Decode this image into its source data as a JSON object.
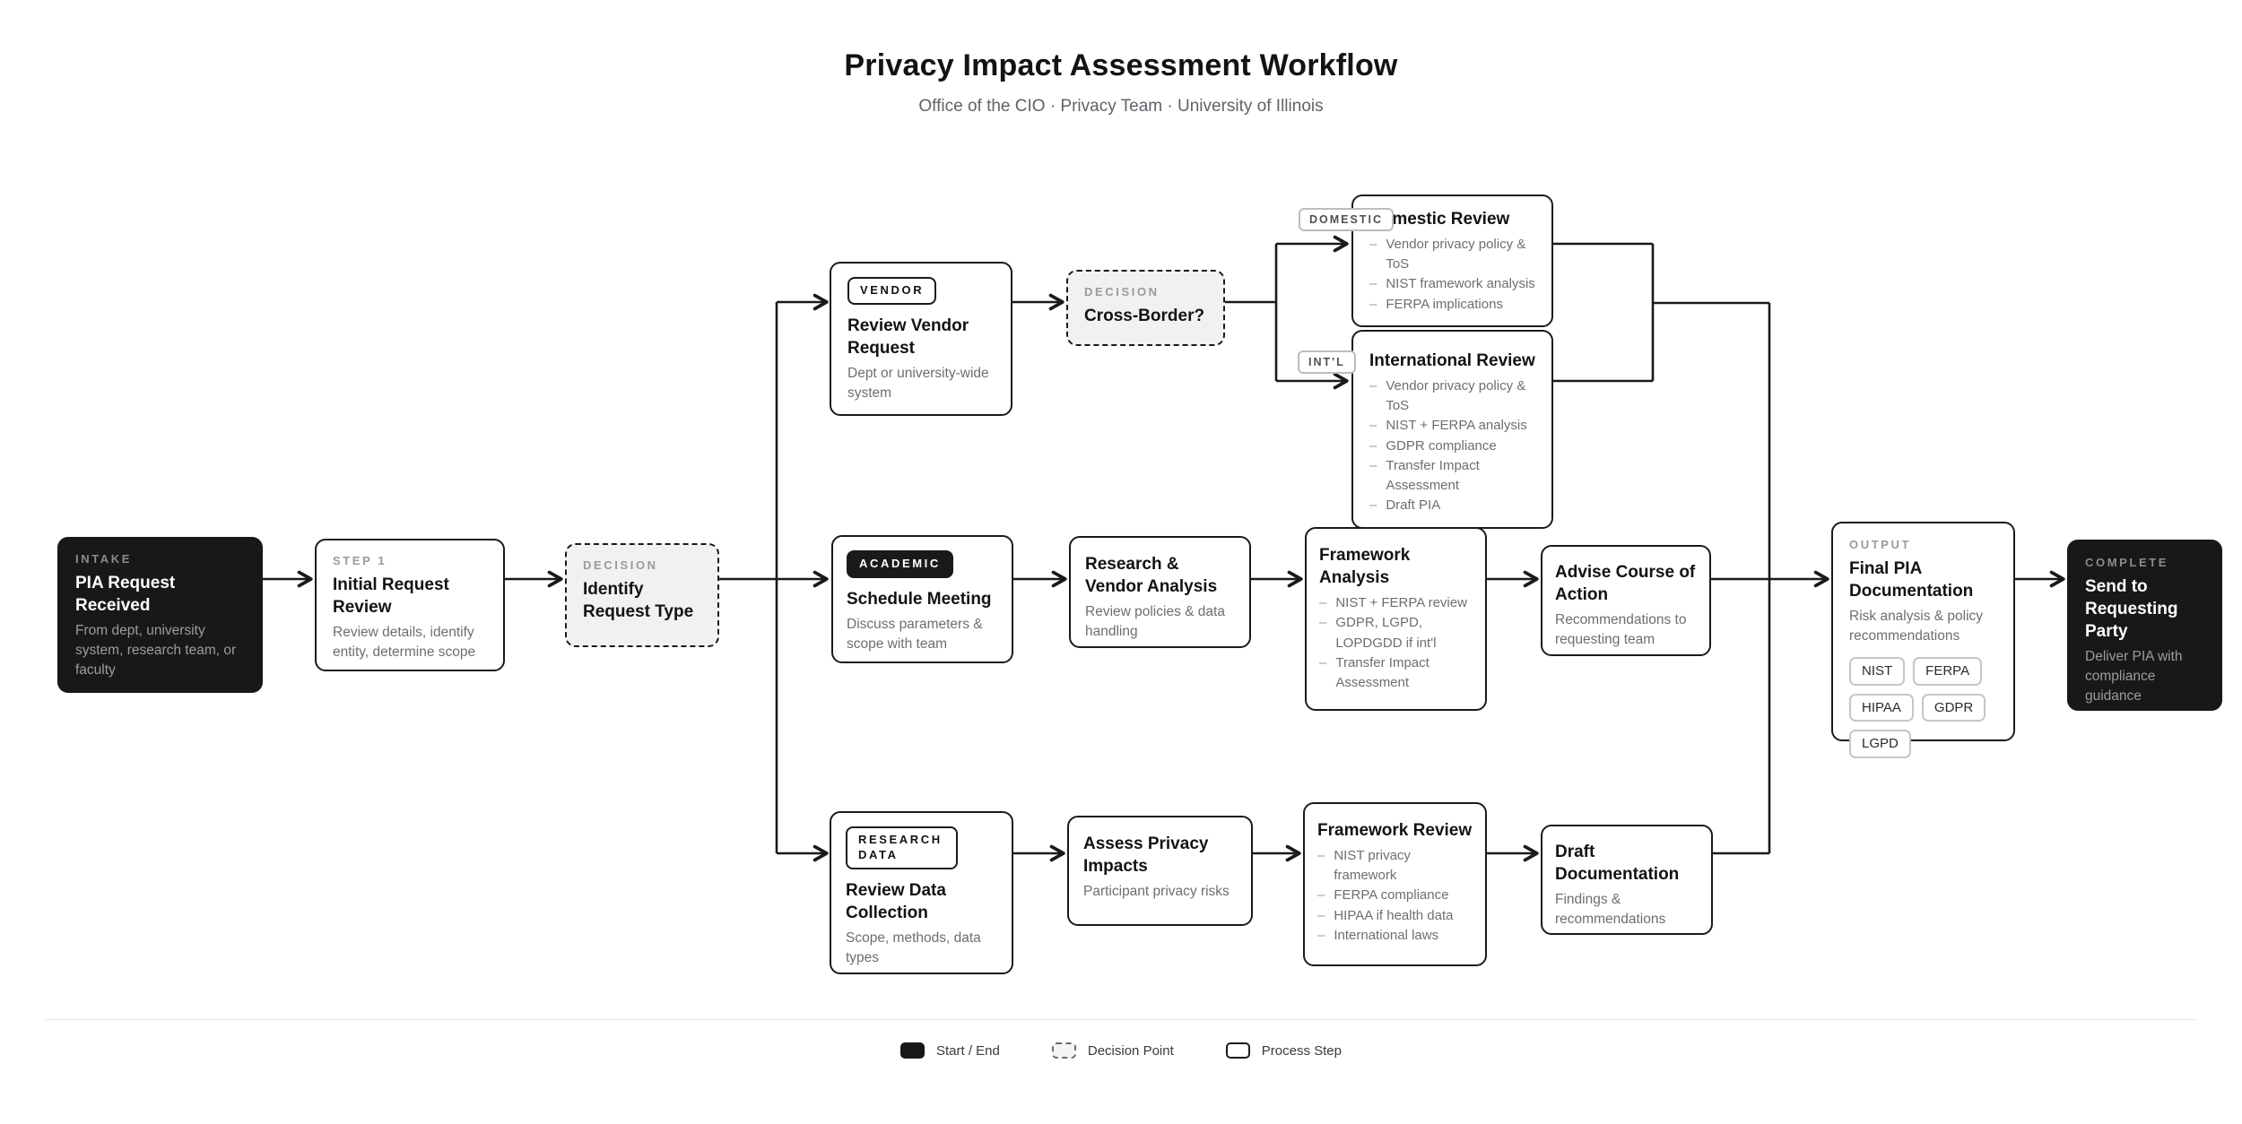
{
  "header": {
    "title": "Privacy Impact Assessment Workflow",
    "subtitle": "Office of the CIO · Privacy Team · University of Illinois"
  },
  "nodes": {
    "intake": {
      "label": "INTAKE",
      "title": "PIA Request Received",
      "desc": "From dept, university system, research team, or faculty"
    },
    "step1": {
      "label": "STEP 1",
      "title": "Initial Request Review",
      "desc": "Review details, identify entity, determine scope"
    },
    "identify": {
      "label": "DECISION",
      "title": "Identify Request Type"
    },
    "vendor": {
      "tag": "VENDOR",
      "title": "Review Vendor Request",
      "desc": "Dept or university-wide system"
    },
    "cross_border": {
      "label": "DECISION",
      "title": "Cross-Border?"
    },
    "domestic": {
      "title": "Domestic Review",
      "items": [
        "Vendor privacy policy & ToS",
        "NIST framework analysis",
        "FERPA implications"
      ]
    },
    "international": {
      "title": "International Review",
      "items": [
        "Vendor privacy policy & ToS",
        "NIST + FERPA analysis",
        "GDPR compliance",
        "Transfer Impact Assessment",
        "Draft PIA"
      ]
    },
    "academic": {
      "tag": "ACADEMIC",
      "title": "Schedule Meeting",
      "desc": "Discuss parameters & scope with team"
    },
    "research_vendor": {
      "title": "Research & Vendor Analysis",
      "desc": "Review policies & data handling"
    },
    "framework_analysis": {
      "title": "Framework Analysis",
      "items": [
        "NIST + FERPA review",
        "GDPR, LGPD, LOPDGDD if int'l",
        "Transfer Impact Assessment"
      ]
    },
    "advise": {
      "title": "Advise Course of Action",
      "desc": "Recommendations to requesting team"
    },
    "research_data": {
      "tag": "RESEARCH DATA",
      "title": "Review Data Collection",
      "desc": "Scope, methods, data types"
    },
    "assess": {
      "title": "Assess Privacy Impacts",
      "desc": "Participant privacy risks"
    },
    "framework_review": {
      "title": "Framework Review",
      "items": [
        "NIST privacy framework",
        "FERPA compliance",
        "HIPAA if health data",
        "International laws"
      ]
    },
    "draft_doc": {
      "title": "Draft Documentation",
      "desc": "Findings & recommendations"
    },
    "output": {
      "label": "OUTPUT",
      "title": "Final PIA Documentation",
      "desc": "Risk analysis & policy recommendations",
      "badges": [
        "NIST",
        "FERPA",
        "HIPAA",
        "GDPR",
        "LGPD"
      ]
    },
    "complete": {
      "label": "COMPLETE",
      "title": "Send to Requesting Party",
      "desc": "Deliver PIA with compliance guidance"
    }
  },
  "edge_labels": {
    "domestic": "DOMESTIC",
    "intl": "INT'L"
  },
  "legend": [
    {
      "label": "Start / End"
    },
    {
      "label": "Decision Point"
    },
    {
      "label": "Process Step"
    }
  ],
  "colors": {
    "node_dark": "#181818",
    "border": "#1a1a1a",
    "muted_text": "#6e6e6e",
    "label_gray": "#9a9a9a",
    "decision_bg": "#f1f1f1",
    "pill_border": "#c6c6c6"
  }
}
